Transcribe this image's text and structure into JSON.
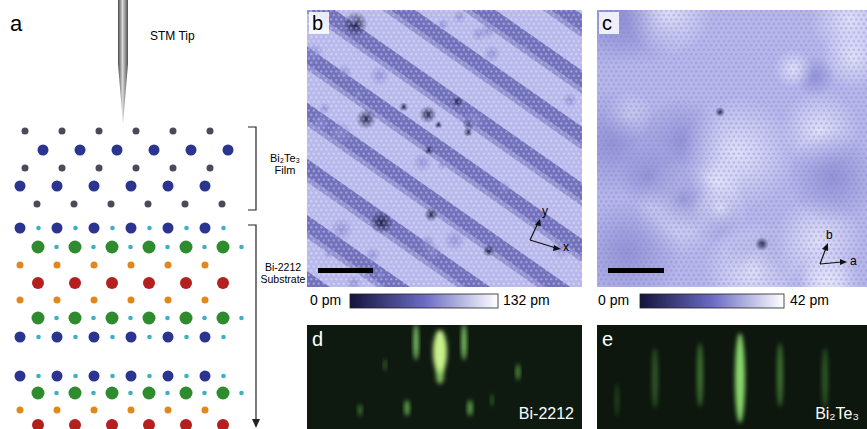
{
  "diagram": {
    "labels": [
      "a",
      "STM Tip",
      "Bi₂Te₃ Film",
      "Bi-2212 Substrate",
      "b",
      "y",
      "x",
      "0 pm",
      "132 pm",
      "c",
      "b",
      "a",
      "0 pm",
      "42 pm",
      "d",
      "Bi-2212",
      "e",
      "Bi₂Te₃"
    ]
  }
}
